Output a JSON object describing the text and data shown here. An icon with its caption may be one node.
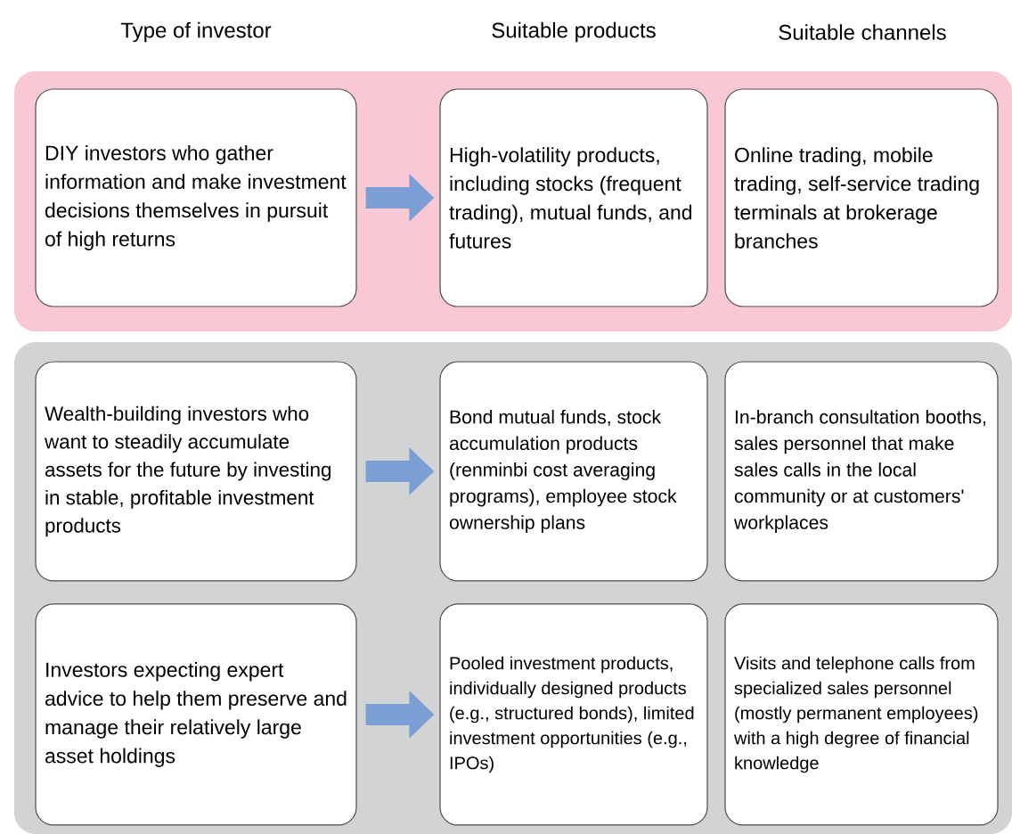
{
  "diagram": {
    "nodes": [
      {
        "text": [],
        "shape": "box"
      },
      {
        "text": [
          "DIY investors who gather information and make investment decisions themselves in pursuit of high returns"
        ],
        "in": 0
      },
      {
        "text": [
          "High-volatility products, including stocks (frequent trading), mutual funds, and futures"
        ],
        "in": 0
      },
      {
        "text": [
          "Online trading, mobile trading, self-service trading terminals at brokerage branches"
        ],
        "in": 0
      },
      {
        "text": [],
        "shape": "box"
      },
      {
        "text": [
          "Wealth-building investors who want to steadily accumulate assets for the future by investing in stable, profitable investment products"
        ],
        "in": 4
      },
      {
        "text": [
          "Bond mutual funds, stock accumulation products (renminbi cost averaging programs), employee stock ownership plans"
        ],
        "in": 4
      },
      {
        "text": [
          "In-branch consultation booths, sales personnel that make sales calls in the local community or at customers' workplaces"
        ],
        "in": 4
      },
      {
        "text": [
          "Investors expecting expert advice to help them preserve and manage their relatively large asset holdings"
        ],
        "in": 4
      },
      {
        "text": [
          "Pooled investment products, individually designed products (e.g., structured bonds), limited investment opportunities (e.g., IPOs)"
        ],
        "in": 4
      },
      {
        "text": [
          "Visits and telephone calls from specialized sales personnel (mostly permanent employees) with a high degree of financial knowledge"
        ],
        "in": 4
      }
    ],
    "edges": [
      {
        "from": 1,
        "to": 2,
        "arrow": "to"
      },
      {
        "from": 5,
        "to": 6,
        "arrow": "to"
      },
      {
        "from": 8,
        "to": 9,
        "arrow": "to"
      }
    ],
    "labels": [
      "Type of investor",
      "Suitable products",
      "Suitable channels"
    ]
  }
}
